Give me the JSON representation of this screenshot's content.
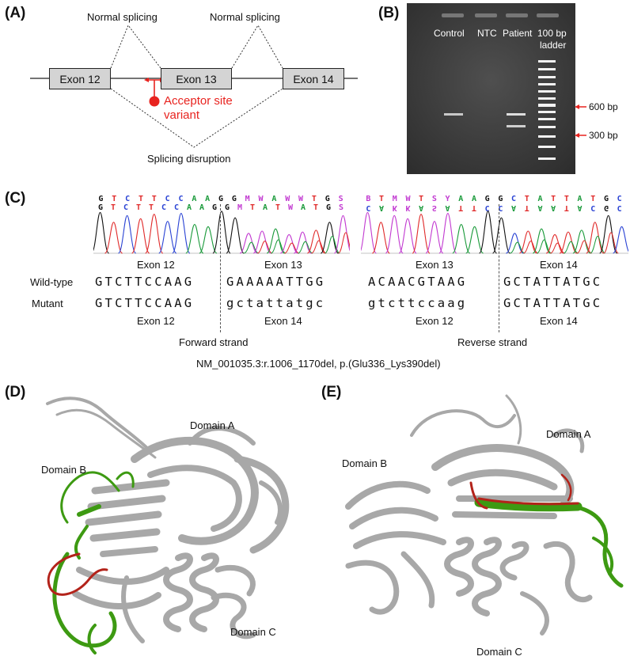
{
  "panels": {
    "a": "(A)",
    "b": "(B)",
    "c": "(C)",
    "d": "(D)",
    "e": "(E)"
  },
  "diagram": {
    "normal_splicing_left": "Normal splicing",
    "normal_splicing_right": "Normal splicing",
    "exon12": "Exon 12",
    "exon13": "Exon 13",
    "exon14": "Exon 14",
    "acceptor_line1": "Acceptor site",
    "acceptor_line2": "variant",
    "splicing_disruption": "Splicing disruption",
    "accent_color": "#e8231f"
  },
  "gel": {
    "lanes": [
      "Control",
      "NTC",
      "Patient",
      "100 bp"
    ],
    "ladder_line2": "ladder",
    "marker_600": "600 bp",
    "marker_300": "300 bp"
  },
  "sequencing": {
    "left_top_bases": [
      "G",
      "T",
      "C",
      "T",
      "T",
      "C",
      "C",
      "A",
      "A",
      "G",
      "G",
      "M",
      "W",
      "A",
      "W",
      "W",
      "T",
      "G",
      "S"
    ],
    "left_bottom_bases": [
      "G",
      "T",
      "C",
      "T",
      "T",
      "C",
      "C",
      "A",
      "A",
      "G",
      "G",
      "M",
      "T",
      "A",
      "T",
      "W",
      "A",
      "T",
      "G",
      "S"
    ],
    "right_top_bases": [
      "B",
      "T",
      "M",
      "W",
      "T",
      "S",
      "Y",
      "A",
      "A",
      "G",
      "G",
      "C",
      "T",
      "A",
      "T",
      "T",
      "A",
      "T",
      "G",
      "C"
    ],
    "right_bottom_bases": [
      "C",
      "A",
      "K",
      "K",
      "A",
      "S",
      "A",
      "T",
      "T",
      "C",
      "C",
      "A",
      "T",
      "A",
      "A",
      "T",
      "A",
      "C",
      "G",
      "C"
    ],
    "left_exon_top_a": "Exon 12",
    "left_exon_top_b": "Exon 13",
    "right_exon_top_a": "Exon 13",
    "right_exon_top_b": "Exon 14",
    "wildtype_label": "Wild-type",
    "mutant_label": "Mutant",
    "wt_left_a": "GTCTTCCAAG",
    "wt_left_b": "GAAAAATTGG",
    "wt_right_a": "ACAACGTAAG",
    "wt_right_b": "GCTATTATGC",
    "mut_left_a": "GTCTTCCAAG",
    "mut_left_b": "gctattatgc",
    "mut_right_a": "gtcttccaag",
    "mut_right_b": "GCTATTATGC",
    "left_exon_bot_a": "Exon 12",
    "left_exon_bot_b": "Exon 14",
    "right_exon_bot_a": "Exon 12",
    "right_exon_bot_b": "Exon 14",
    "forward_strand": "Forward strand",
    "reverse_strand": "Reverse strand",
    "hgvs": "NM_001035.3:r.1006_1170del, p.(Glu336_Lys390del)",
    "base_colors": {
      "A": "#1a9a3a",
      "C": "#2a43d4",
      "G": "#111111",
      "T": "#e02a2a",
      "other": "#c23ad1"
    }
  },
  "structures": {
    "d_domain_a": "Domain A",
    "d_domain_b": "Domain B",
    "d_domain_c": "Domain C",
    "e_domain_a": "Domain A",
    "e_domain_b": "Domain B",
    "e_domain_c": "Domain C",
    "protein_color": "#a8a8a8",
    "highlight_green": "#3d9a12",
    "highlight_red": "#b3231a"
  }
}
